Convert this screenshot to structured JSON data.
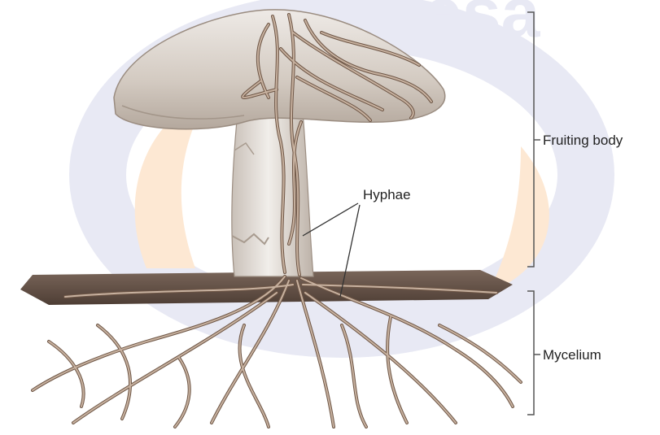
{
  "labels": {
    "fruiting_body": "Fruiting body",
    "mycelium": "Mycelium",
    "hyphae": "Hyphae"
  },
  "watermark_text": "esa",
  "colors": {
    "background": "#ffffff",
    "watermark_blue": "#e6e7f3",
    "watermark_orange": "#fde6cf",
    "cap_fill": "#d8d0c8",
    "cap_shade": "#b7aca2",
    "soil": "#5d4b40",
    "hypha": "#b39a86",
    "hypha_edge": "#6e5646",
    "bracket": "#555555",
    "text": "#222222"
  }
}
